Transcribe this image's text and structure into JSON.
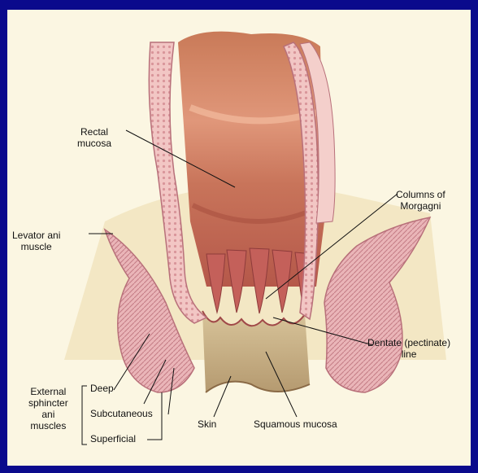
{
  "labels": {
    "rectal_mucosa": "Rectal\nmucosa",
    "columns_of_morgagni": "Columns of\nMorgagni",
    "levator_ani": "Levator ani\nmuscle",
    "dentate_line": "Dentate (pectinate)\nline",
    "external_sphincter": "External\nsphincter\nani\nmuscles",
    "deep": "Deep",
    "subcutaneous": "Subcutaneous",
    "superficial": "Superficial",
    "skin": "Skin",
    "squamous_mucosa": "Squamous mucosa"
  },
  "colors": {
    "frame": "#0a0a8c",
    "background": "#fbf6e2",
    "mucosa": "#d9866b",
    "muscle": "#e8b0b4",
    "squamous": "#c9b48a"
  }
}
